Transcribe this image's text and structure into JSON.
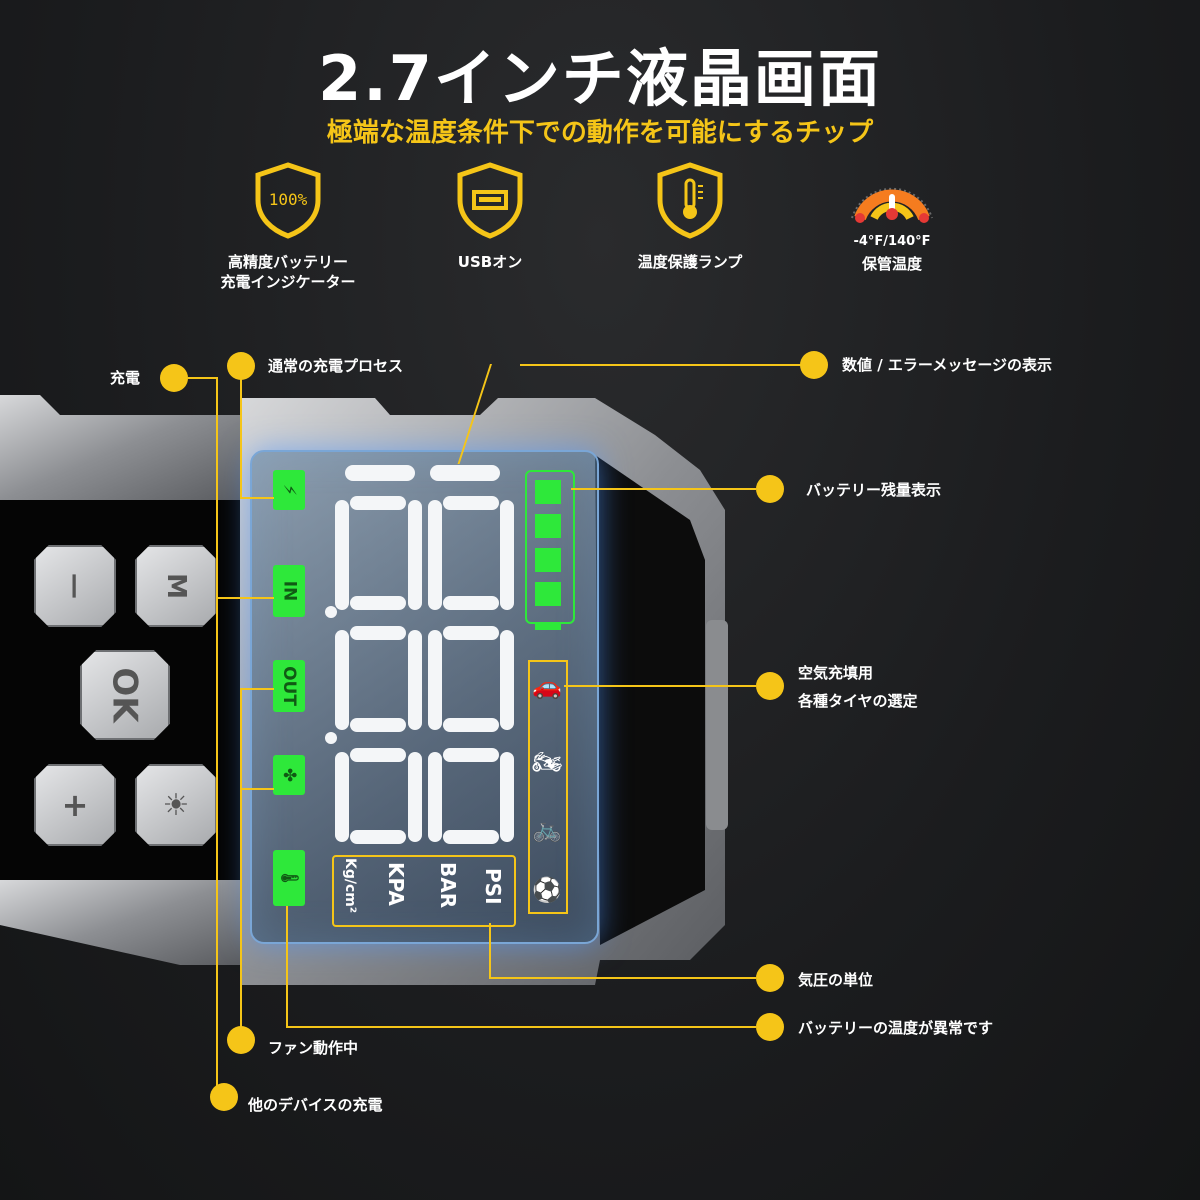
{
  "header": {
    "title": "2.7インチ液晶画面",
    "subtitle": "極端な温度条件下での動作を可能にするチップ"
  },
  "features": [
    {
      "icon": "battery-percent-shield-icon",
      "badge": "100%",
      "label_line1": "高精度バッテリー",
      "label_line2": "充電インジケーター"
    },
    {
      "icon": "usb-shield-icon",
      "label_line1": "USBオン"
    },
    {
      "icon": "thermometer-shield-icon",
      "label_line1": "温度保護ランプ"
    },
    {
      "icon": "temperature-gauge-icon",
      "range": "-4°F/140°F",
      "label_line1": "保管温度"
    }
  ],
  "device": {
    "buttons": {
      "minus": "—",
      "mode": "M",
      "ok": "OK",
      "plus": "+",
      "light": "☀"
    },
    "indicators": {
      "in": "IN",
      "out": "OUT",
      "lightning": "⚡",
      "fan": "✤",
      "thermo": "🌡"
    },
    "units": {
      "psi": "PSI",
      "bar": "BAR",
      "kpa": "KPA",
      "kg": "Kg/cm²"
    },
    "vehicles": [
      "🚗",
      "🏍",
      "🚲",
      "⚽"
    ]
  },
  "callouts": {
    "charge": "充電",
    "normal_process": "通常の充電プロセス",
    "numeric_error": "数値 / エラーメッセージの表示",
    "battery_level": "バッテリー残量表示",
    "tire_select_line1": "空気充填用",
    "tire_select_line2": "各種タイヤの選定",
    "pressure_unit": "気圧の単位",
    "battery_temp": "バッテリーの温度が異常です",
    "fan": "ファン動作中",
    "other_device": "他のデバイスの充電"
  },
  "colors": {
    "accent": "#f5c518",
    "indicator": "#2ee83a",
    "background": "#1b1c1e"
  }
}
